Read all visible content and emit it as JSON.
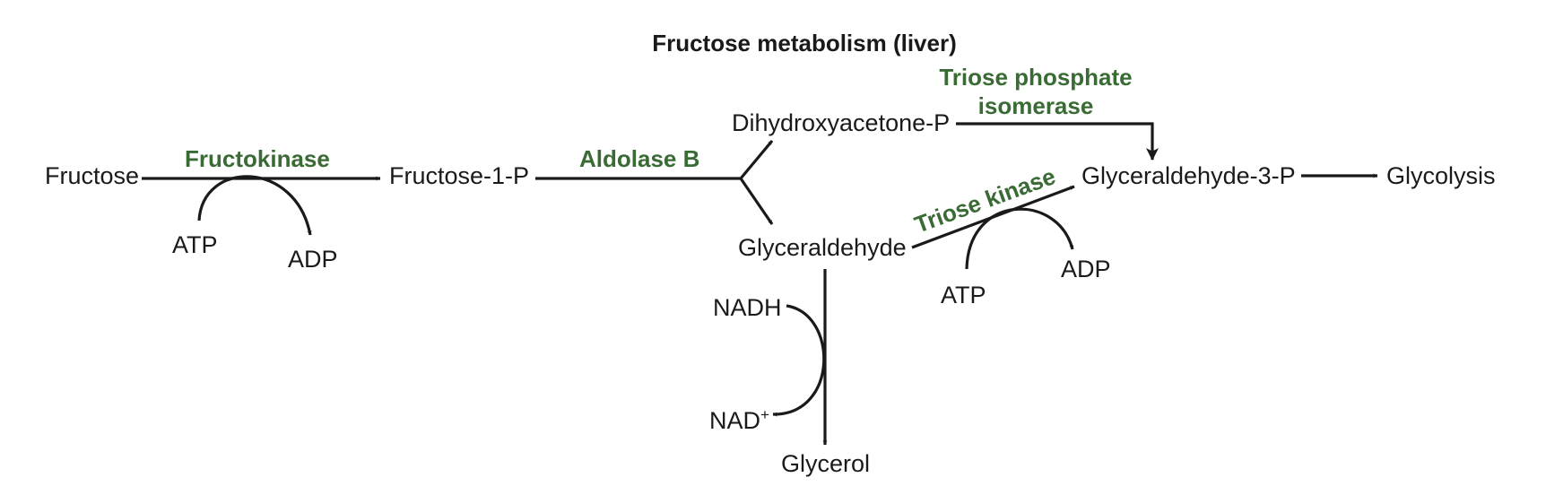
{
  "title": "Fructose metabolism (liver)",
  "colors": {
    "text": "#1a1a1a",
    "enzyme": "#3a6b35",
    "line": "#1a1a1a"
  },
  "nodes": {
    "fructose": "Fructose",
    "fructose_1_p": "Fructose-1-P",
    "dihydroxyacetone_p": "Dihydroxyacetone-P",
    "glyceraldehyde": "Glyceraldehyde",
    "glyceraldehyde_3_p": "Glyceraldehyde-3-P",
    "glycolysis": "Glycolysis",
    "glycerol": "Glycerol"
  },
  "enzymes": {
    "fructokinase": "Fructokinase",
    "aldolase_b": "Aldolase B",
    "triose_phosphate_isomerase_line1": "Triose phosphate",
    "triose_phosphate_isomerase_line2": "isomerase",
    "triose_kinase": "Triose kinase"
  },
  "cofactors": {
    "fructokinase_in": "ATP",
    "fructokinase_out": "ADP",
    "triose_kinase_in": "ATP",
    "triose_kinase_out": "ADP",
    "reduction_in": "NADH",
    "reduction_out_base": "NAD",
    "reduction_out_charge": "+"
  }
}
